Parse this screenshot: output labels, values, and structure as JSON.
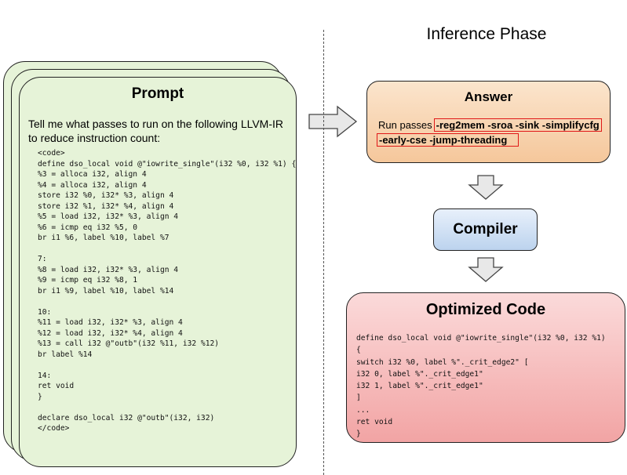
{
  "prompt": {
    "title": "Prompt",
    "instruction": "Tell me what passes to run on the following LLVM-IR to reduce instruction count:",
    "code": "<code>\ndefine dso_local void @\"iowrite_single\"(i32 %0, i32 %1) {\n%3 = alloca i32, align 4\n%4 = alloca i32, align 4\nstore i32 %0, i32* %3, align 4\nstore i32 %1, i32* %4, align 4\n%5 = load i32, i32* %3, align 4\n%6 = icmp eq i32 %5, 0\nbr i1 %6, label %10, label %7\n\n7:\n%8 = load i32, i32* %3, align 4\n%9 = icmp eq i32 %8, 1\nbr i1 %9, label %10, label %14\n\n10:\n%11 = load i32, i32* %3, align 4\n%12 = load i32, i32* %4, align 4\n%13 = call i32 @\"outb\"(i32 %11, i32 %12)\nbr label %14\n\n14:\nret void\n}\n\ndeclare dso_local i32 @\"outb\"(i32, i32)\n</code>"
  },
  "phase_title": "Inference Phase",
  "answer": {
    "title": "Answer",
    "prefix": "Run passes",
    "passes_line1": "-reg2mem -sroa -sink -simplifycfg",
    "passes_line2": "-early-cse -jump-threading"
  },
  "compiler": {
    "label": "Compiler"
  },
  "optimized": {
    "title": "Optimized Code",
    "code": "define dso_local void @\"iowrite_single\"(i32 %0, i32 %1)\n{\nswitch i32 %0, label %\"._crit_edge2\" [\ni32 0, label %\"._crit_edge1\"\ni32 1, label %\"._crit_edge1\"\n]\n...\nret void\n}"
  },
  "colors": {
    "prompt_bg": "#e6f3d8",
    "answer_bg": "#f5c79b",
    "compiler_bg": "#bcd3ee",
    "optimized_bg": "#f2a4a4",
    "highlight_border": "#e01818"
  }
}
